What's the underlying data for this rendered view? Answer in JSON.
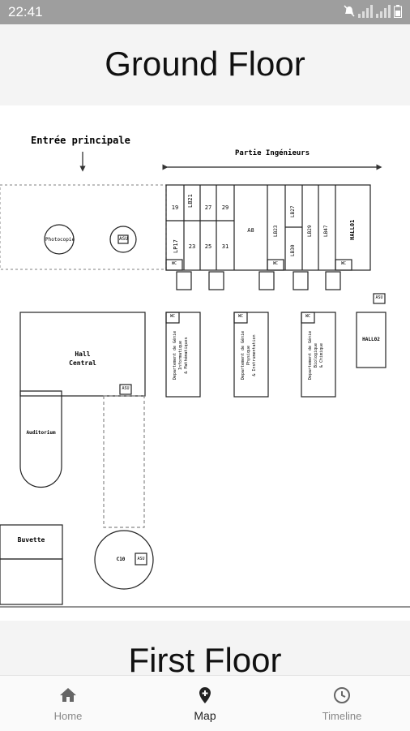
{
  "status_bar": {
    "time": "22:41"
  },
  "titles": {
    "ground_floor": "Ground Floor",
    "first_floor": "First Floor"
  },
  "map": {
    "entrance": "Entrée principale",
    "engineers_section": "Partie Ingénieurs",
    "photocopie": "Photocopie",
    "asu": "ASU",
    "wc": "WC",
    "rooms": {
      "r19": "19",
      "lb21": "LB21",
      "r27": "27",
      "r29": "29",
      "lp17": "LP17",
      "r23": "23",
      "r25": "25",
      "r31": "31",
      "a8": "A8",
      "lb23": "LB23",
      "lb27": "LB27",
      "lb30": "LB30",
      "lb29": "LB29",
      "lb47": "LB47",
      "hall01": "HALL01",
      "hall02": "HALL02",
      "c10": "C10"
    },
    "departments": {
      "info_math_1": "Departement de Génie",
      "info_math_2": "Informatique",
      "info_math_3": "& Mathématiques",
      "phys_1": "Departement de Génie",
      "phys_2": "Physique",
      "phys_3": "& Instrumentation",
      "bio_1": "Departement de Génie",
      "bio_2": "Biologique",
      "bio_3": "& Chimique"
    },
    "hall_central_1": "Hall",
    "hall_central_2": "Central",
    "auditorium": "Auditorium",
    "buvette": "Buvette"
  },
  "nav": {
    "items": [
      {
        "label": "Home",
        "icon": "home-icon"
      },
      {
        "label": "Map",
        "icon": "map-pin-icon",
        "active": true
      },
      {
        "label": "Timeline",
        "icon": "clock-icon"
      }
    ]
  }
}
